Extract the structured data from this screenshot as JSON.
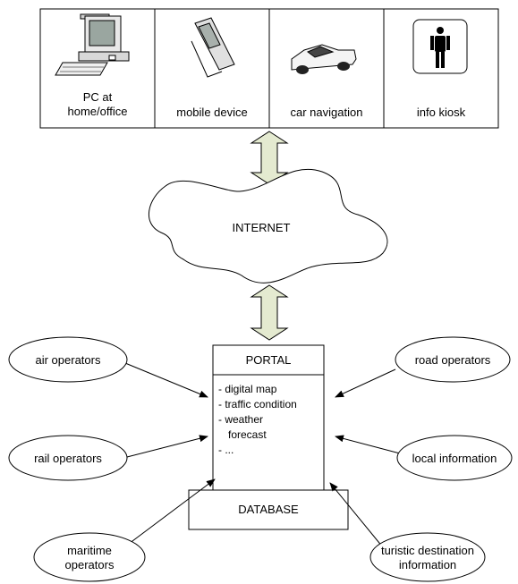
{
  "devices": [
    {
      "label_lines": [
        "PC at",
        "home/office"
      ],
      "icon": "desktop-pc-icon"
    },
    {
      "label_lines": [
        "mobile device"
      ],
      "icon": "mobile-phone-icon"
    },
    {
      "label_lines": [
        "car navigation"
      ],
      "icon": "car-icon"
    },
    {
      "label_lines": [
        "info kiosk"
      ],
      "icon": "person-kiosk-icon"
    }
  ],
  "cloud": {
    "label": "INTERNET"
  },
  "portal": {
    "title": "PORTAL",
    "items": [
      "- digital map",
      "- traffic condition",
      "- weather",
      "forecast",
      "- ..."
    ]
  },
  "database": {
    "label": "DATABASE"
  },
  "sources": [
    {
      "lines": [
        "air operators"
      ]
    },
    {
      "lines": [
        "road operators"
      ]
    },
    {
      "lines": [
        "rail operators"
      ]
    },
    {
      "lines": [
        "local information"
      ]
    },
    {
      "lines": [
        "maritime",
        "operators"
      ]
    },
    {
      "lines": [
        "turistic destination",
        "information"
      ]
    }
  ],
  "colors": {
    "connector_fill": "#e4ead0",
    "stroke": "#000000"
  }
}
